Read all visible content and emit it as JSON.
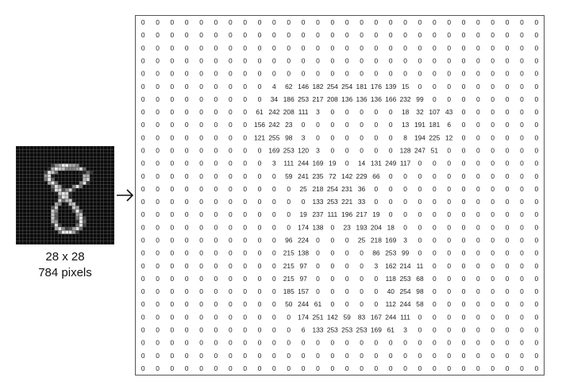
{
  "digit_image": {
    "caption_line1": "28 x 28",
    "caption_line2": "784 pixels"
  },
  "arrow_icon": "right-arrow-icon",
  "pixel_matrix": [
    [
      0,
      0,
      0,
      0,
      0,
      0,
      0,
      0,
      0,
      0,
      0,
      0,
      0,
      0,
      0,
      0,
      0,
      0,
      0,
      0,
      0,
      0,
      0,
      0,
      0,
      0,
      0,
      0
    ],
    [
      0,
      0,
      0,
      0,
      0,
      0,
      0,
      0,
      0,
      0,
      0,
      0,
      0,
      0,
      0,
      0,
      0,
      0,
      0,
      0,
      0,
      0,
      0,
      0,
      0,
      0,
      0,
      0
    ],
    [
      0,
      0,
      0,
      0,
      0,
      0,
      0,
      0,
      0,
      0,
      0,
      0,
      0,
      0,
      0,
      0,
      0,
      0,
      0,
      0,
      0,
      0,
      0,
      0,
      0,
      0,
      0,
      0
    ],
    [
      0,
      0,
      0,
      0,
      0,
      0,
      0,
      0,
      0,
      0,
      0,
      0,
      0,
      0,
      0,
      0,
      0,
      0,
      0,
      0,
      0,
      0,
      0,
      0,
      0,
      0,
      0,
      0
    ],
    [
      0,
      0,
      0,
      0,
      0,
      0,
      0,
      0,
      0,
      0,
      0,
      0,
      0,
      0,
      0,
      0,
      0,
      0,
      0,
      0,
      0,
      0,
      0,
      0,
      0,
      0,
      0,
      0
    ],
    [
      0,
      0,
      0,
      0,
      0,
      0,
      0,
      0,
      0,
      4,
      62,
      146,
      182,
      254,
      254,
      181,
      176,
      139,
      15,
      0,
      0,
      0,
      0,
      0,
      0,
      0,
      0,
      0
    ],
    [
      0,
      0,
      0,
      0,
      0,
      0,
      0,
      0,
      0,
      34,
      186,
      253,
      217,
      208,
      136,
      136,
      136,
      166,
      232,
      99,
      0,
      0,
      0,
      0,
      0,
      0,
      0,
      0
    ],
    [
      0,
      0,
      0,
      0,
      0,
      0,
      0,
      0,
      61,
      242,
      208,
      111,
      3,
      0,
      0,
      0,
      0,
      0,
      18,
      32,
      107,
      43,
      0,
      0,
      0,
      0,
      0,
      0
    ],
    [
      0,
      0,
      0,
      0,
      0,
      0,
      0,
      0,
      156,
      242,
      23,
      0,
      0,
      0,
      0,
      0,
      0,
      0,
      13,
      191,
      181,
      6,
      0,
      0,
      0,
      0,
      0,
      0
    ],
    [
      0,
      0,
      0,
      0,
      0,
      0,
      0,
      0,
      121,
      255,
      98,
      3,
      0,
      0,
      0,
      0,
      0,
      0,
      8,
      194,
      225,
      12,
      0,
      0,
      0,
      0,
      0,
      0
    ],
    [
      0,
      0,
      0,
      0,
      0,
      0,
      0,
      0,
      0,
      169,
      253,
      120,
      3,
      0,
      0,
      0,
      0,
      0,
      128,
      247,
      51,
      0,
      0,
      0,
      0,
      0,
      0,
      0
    ],
    [
      0,
      0,
      0,
      0,
      0,
      0,
      0,
      0,
      0,
      3,
      111,
      244,
      169,
      19,
      0,
      14,
      131,
      249,
      117,
      0,
      0,
      0,
      0,
      0,
      0,
      0,
      0,
      0
    ],
    [
      0,
      0,
      0,
      0,
      0,
      0,
      0,
      0,
      0,
      0,
      59,
      241,
      235,
      72,
      142,
      229,
      66,
      0,
      0,
      0,
      0,
      0,
      0,
      0,
      0,
      0,
      0,
      0
    ],
    [
      0,
      0,
      0,
      0,
      0,
      0,
      0,
      0,
      0,
      0,
      0,
      25,
      218,
      254,
      231,
      36,
      0,
      0,
      0,
      0,
      0,
      0,
      0,
      0,
      0,
      0,
      0,
      0
    ],
    [
      0,
      0,
      0,
      0,
      0,
      0,
      0,
      0,
      0,
      0,
      0,
      0,
      133,
      253,
      221,
      33,
      0,
      0,
      0,
      0,
      0,
      0,
      0,
      0,
      0,
      0,
      0,
      0
    ],
    [
      0,
      0,
      0,
      0,
      0,
      0,
      0,
      0,
      0,
      0,
      0,
      19,
      237,
      111,
      196,
      217,
      19,
      0,
      0,
      0,
      0,
      0,
      0,
      0,
      0,
      0,
      0,
      0
    ],
    [
      0,
      0,
      0,
      0,
      0,
      0,
      0,
      0,
      0,
      0,
      0,
      174,
      138,
      0,
      23,
      193,
      204,
      18,
      0,
      0,
      0,
      0,
      0,
      0,
      0,
      0,
      0,
      0
    ],
    [
      0,
      0,
      0,
      0,
      0,
      0,
      0,
      0,
      0,
      0,
      96,
      224,
      0,
      0,
      0,
      25,
      218,
      169,
      3,
      0,
      0,
      0,
      0,
      0,
      0,
      0,
      0,
      0
    ],
    [
      0,
      0,
      0,
      0,
      0,
      0,
      0,
      0,
      0,
      0,
      215,
      138,
      0,
      0,
      0,
      0,
      86,
      253,
      99,
      0,
      0,
      0,
      0,
      0,
      0,
      0,
      0,
      0
    ],
    [
      0,
      0,
      0,
      0,
      0,
      0,
      0,
      0,
      0,
      0,
      215,
      97,
      0,
      0,
      0,
      0,
      3,
      162,
      214,
      11,
      0,
      0,
      0,
      0,
      0,
      0,
      0,
      0
    ],
    [
      0,
      0,
      0,
      0,
      0,
      0,
      0,
      0,
      0,
      0,
      215,
      97,
      0,
      0,
      0,
      0,
      0,
      118,
      253,
      68,
      0,
      0,
      0,
      0,
      0,
      0,
      0,
      0
    ],
    [
      0,
      0,
      0,
      0,
      0,
      0,
      0,
      0,
      0,
      0,
      185,
      157,
      0,
      0,
      0,
      0,
      0,
      40,
      254,
      98,
      0,
      0,
      0,
      0,
      0,
      0,
      0,
      0
    ],
    [
      0,
      0,
      0,
      0,
      0,
      0,
      0,
      0,
      0,
      0,
      50,
      244,
      61,
      0,
      0,
      0,
      0,
      112,
      244,
      58,
      0,
      0,
      0,
      0,
      0,
      0,
      0,
      0
    ],
    [
      0,
      0,
      0,
      0,
      0,
      0,
      0,
      0,
      0,
      0,
      0,
      174,
      251,
      142,
      59,
      83,
      167,
      244,
      111,
      0,
      0,
      0,
      0,
      0,
      0,
      0,
      0,
      0
    ],
    [
      0,
      0,
      0,
      0,
      0,
      0,
      0,
      0,
      0,
      0,
      0,
      6,
      133,
      253,
      253,
      253,
      169,
      61,
      3,
      0,
      0,
      0,
      0,
      0,
      0,
      0,
      0,
      0
    ],
    [
      0,
      0,
      0,
      0,
      0,
      0,
      0,
      0,
      0,
      0,
      0,
      0,
      0,
      0,
      0,
      0,
      0,
      0,
      0,
      0,
      0,
      0,
      0,
      0,
      0,
      0,
      0,
      0
    ],
    [
      0,
      0,
      0,
      0,
      0,
      0,
      0,
      0,
      0,
      0,
      0,
      0,
      0,
      0,
      0,
      0,
      0,
      0,
      0,
      0,
      0,
      0,
      0,
      0,
      0,
      0,
      0,
      0
    ],
    [
      0,
      0,
      0,
      0,
      0,
      0,
      0,
      0,
      0,
      0,
      0,
      0,
      0,
      0,
      0,
      0,
      0,
      0,
      0,
      0,
      0,
      0,
      0,
      0,
      0,
      0,
      0,
      0
    ]
  ]
}
